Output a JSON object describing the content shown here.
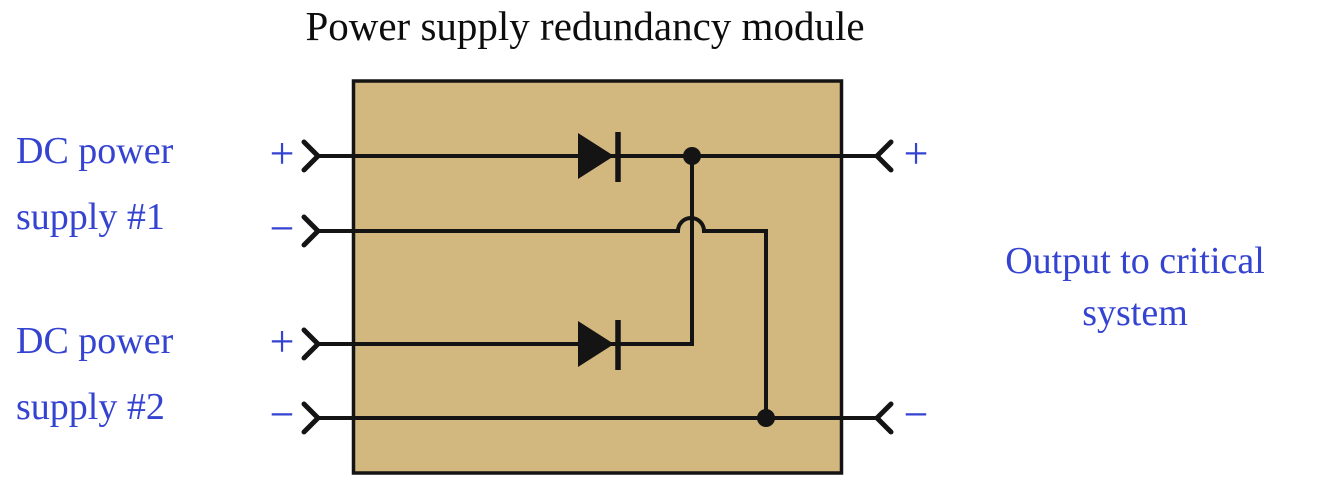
{
  "title": "Power supply redundancy module",
  "colors": {
    "module_fill": "#d2b87f",
    "wire": "#141414",
    "label_text": "#3543d1",
    "title_text": "#0d0d0d",
    "background": "#ffffff"
  },
  "supplies": [
    {
      "label_line1": "DC power",
      "label_line2": "supply #1",
      "positive_sign": "+",
      "negative_sign": "−"
    },
    {
      "label_line1": "DC power",
      "label_line2": "supply #2",
      "positive_sign": "+",
      "negative_sign": "−"
    }
  ],
  "output": {
    "label_line1": "Output to critical",
    "label_line2": "system",
    "positive_sign": "+",
    "negative_sign": "−"
  },
  "icons": {
    "diode": "triangle-with-cathode-bar",
    "junction": "filled-dot",
    "input_terminal": "chevron-right",
    "output_terminal": "chevron-left",
    "wire_crossover": "hop-arc"
  }
}
